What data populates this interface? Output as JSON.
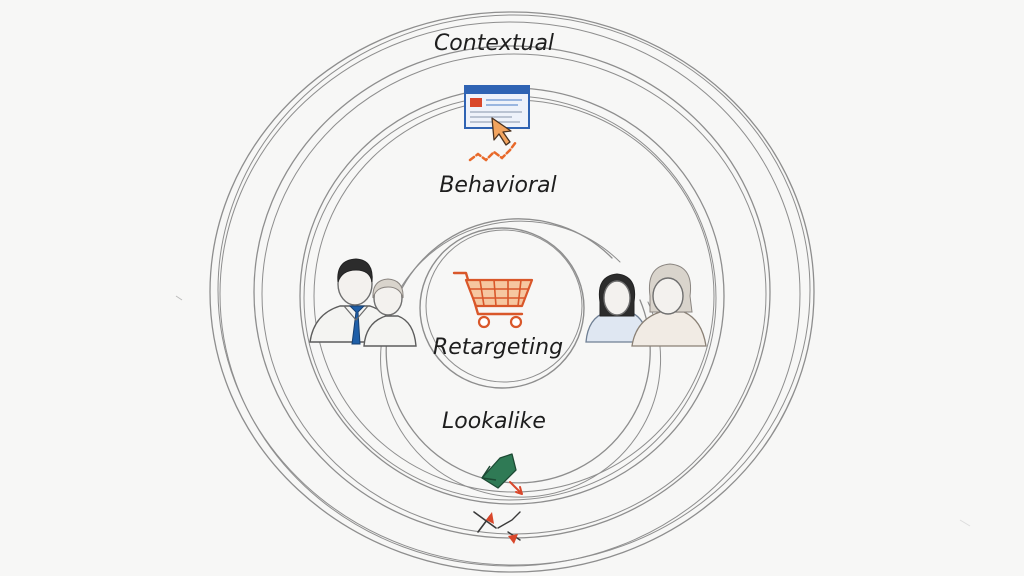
{
  "diagram": {
    "rings": [
      "Contextual",
      "Behavioral",
      "Lookalike",
      "Retargeting"
    ],
    "labels": {
      "contextual": "Contextual",
      "behavioral": "Behavioral",
      "retargeting": "Retargeting",
      "lookalike": "Lookalike"
    },
    "icons": [
      "browser-window-icon",
      "cursor-arrow-icon",
      "shopping-cart-icon",
      "people-group-left-icon",
      "people-group-right-icon",
      "arrows-icon"
    ],
    "colors": {
      "accent_orange": "#e8692a",
      "tie_blue": "#1f5fa8",
      "arrow_green": "#2f7a55",
      "arrow_red": "#d9472b",
      "browser_blue": "#2f63b3"
    }
  }
}
